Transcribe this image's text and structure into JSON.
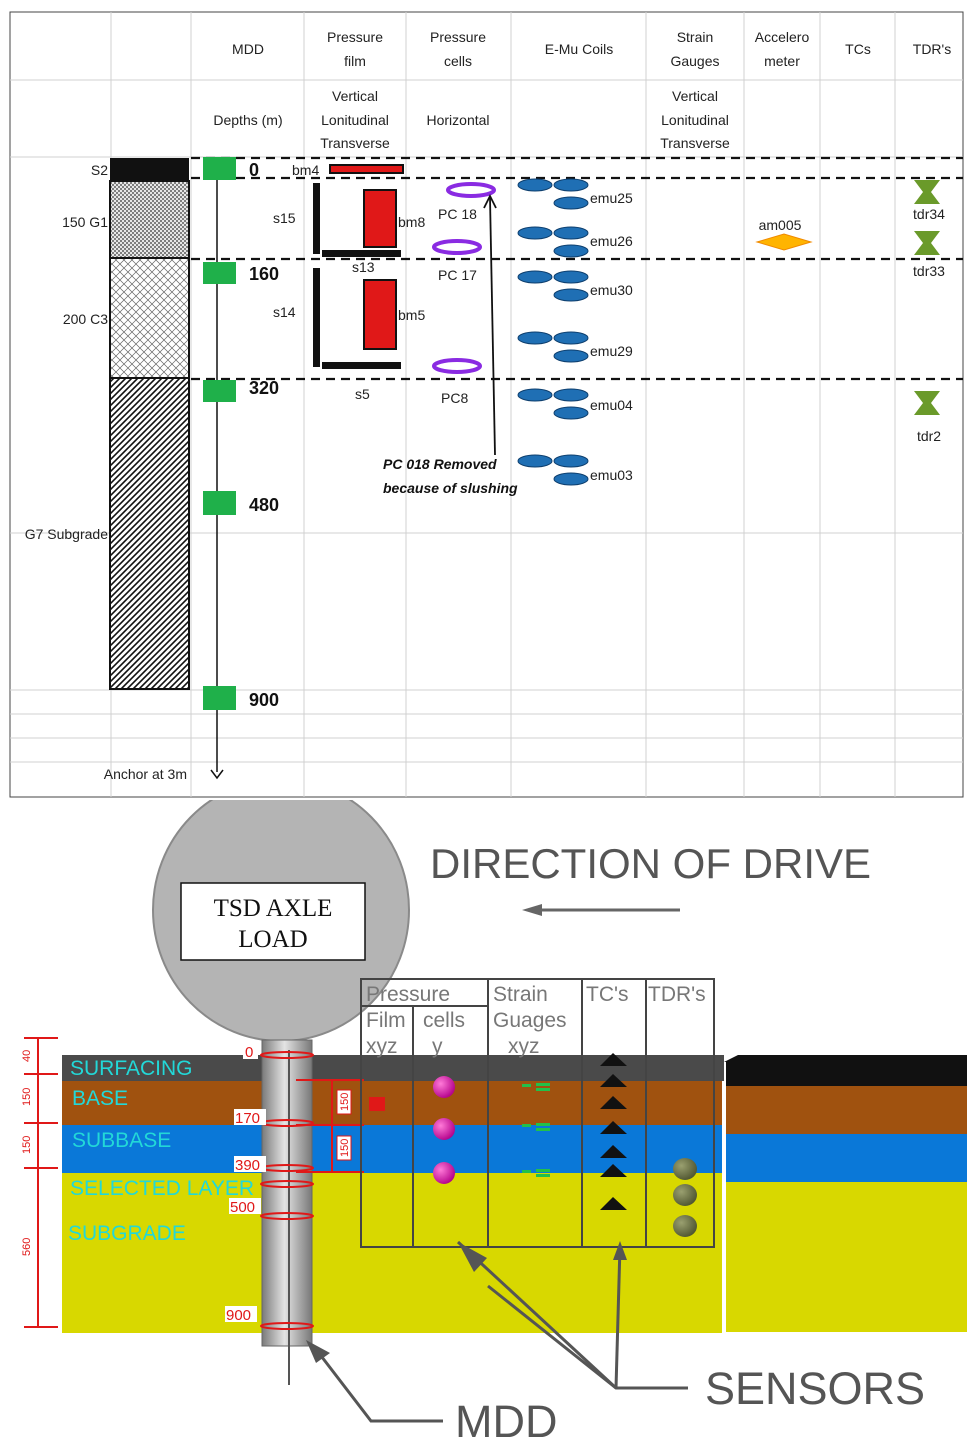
{
  "top_table": {
    "columns": {
      "mdd": "MDD",
      "pressure_film_1": "Pressure",
      "pressure_film_2": "film",
      "pressure_cells_1": "Pressure",
      "pressure_cells_2": "cells",
      "emu_coils": "E-Mu Coils",
      "strain_1": "Strain",
      "strain_2": "Gauges",
      "accel_1": "Accelero",
      "accel_2": "meter",
      "tcs": "TCs",
      "tdrs": "TDR's"
    },
    "subheaders": {
      "depths": "Depths (m)",
      "film_1": "Vertical",
      "film_2": "Lonitudinal",
      "film_3": "Transverse",
      "cells": "Horizontal",
      "strain_1": "Vertical",
      "strain_2": "Lonitudinal",
      "strain_3": "Transverse"
    },
    "layers": {
      "s2": "S2",
      "g1": "150 G1",
      "c3": "200 C3",
      "g7": "G7 Subgrade"
    },
    "depths": {
      "d0": "0",
      "d160": "160",
      "d320": "320",
      "d480": "480",
      "d900": "900"
    },
    "anchor": "Anchor at 3m",
    "pressure_film": {
      "bm4": "bm4",
      "s15": "s15",
      "bm8": "bm8",
      "s13": "s13",
      "s14": "s14",
      "bm5": "bm5",
      "s5": "s5"
    },
    "pressure_cells": {
      "pc18": "PC 18",
      "pc17": "PC 17",
      "pc8": "PC8",
      "note_1": "PC 018 Removed",
      "note_2": "because of slushing"
    },
    "emu": {
      "emu25": "emu25",
      "emu26": "emu26",
      "emu30": "emu30",
      "emu29": "emu29",
      "emu04": "emu04",
      "emu03": "emu03"
    },
    "accelerometer": {
      "am005": "am005"
    },
    "tdr": {
      "tdr34": "tdr34",
      "tdr33": "tdr33",
      "tdr2": "tdr2"
    }
  },
  "bottom_diagram": {
    "direction": "DIRECTION OF DRIVE",
    "load_1": "TSD AXLE",
    "load_2": "LOAD",
    "table_headers": {
      "pressure": "Pressure",
      "film": "Film",
      "cells": "cells",
      "film_axis": "xyz",
      "cells_axis": "y",
      "strain_1": "Strain",
      "strain_2": "Guages",
      "strain_axis": "xyz",
      "tcs": "TC's",
      "tdrs": "TDR's"
    },
    "layers": {
      "surfacing": "SURFACING",
      "base": "BASE",
      "subbase": "SUBBASE",
      "selected": "SELECTED LAYER",
      "subgrade": "SUBGRADE"
    },
    "depth_marks": {
      "d0": "0",
      "d170": "170",
      "d390": "390",
      "d500": "500",
      "d900": "900"
    },
    "thickness_marks": {
      "t40": "40",
      "t150a": "150",
      "t150b": "150",
      "t560": "560"
    },
    "film_thickness": {
      "f150a": "150",
      "f150b": "150"
    },
    "labels": {
      "sensors": "SENSORS",
      "mdd": "MDD"
    },
    "colors": {
      "surfacing": "#4a4a4a",
      "base": "#a0520f",
      "subbase": "#0a78d8",
      "subgrade": "#d8d800",
      "layer_text": "#22d8d8",
      "marks": "#e01818"
    }
  }
}
